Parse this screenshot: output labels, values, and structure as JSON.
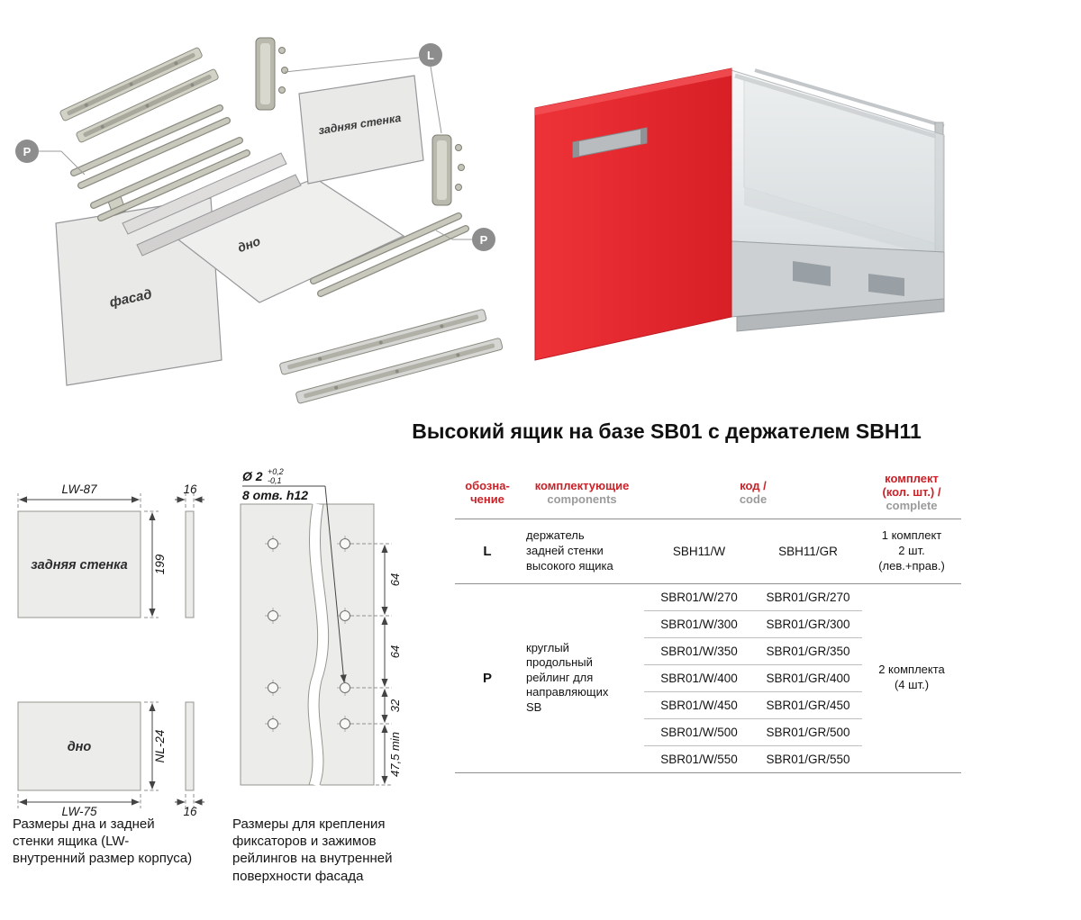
{
  "title": "Высокий ящик на базе SB01 с держателем SBH11",
  "colors": {
    "accent_red": "#c92229",
    "facade_red": "#e32227"
  },
  "exploded": {
    "callout_p": "P",
    "callout_l": "L",
    "back_label": "задняя стенка",
    "bottom_label": "дно",
    "facade_label": "фасад"
  },
  "drawings": {
    "back_panel": {
      "label": "задняя стенка",
      "width_dim": "LW-87",
      "height_dim": "199",
      "thickness_dim": "16"
    },
    "bottom_panel": {
      "label": "дно",
      "width_dim": "LW-75",
      "height_dim": "NL-24",
      "thickness_dim": "16"
    },
    "caption_panels": "Размеры дна и задней стенки ящика (LW-внутренний размер корпуса)",
    "drill": {
      "diameter": "Ø 2",
      "tol_plus": "+0,2",
      "tol_minus": "-0,1",
      "holes_note": "8 отв. h12",
      "dim1": "64",
      "dim2": "64",
      "dim3": "32",
      "dim4": "47,5 min"
    },
    "caption_drill": "Размеры для крепления фиксаторов и зажимов рейлингов на внутренней поверхности фасада"
  },
  "table": {
    "header": {
      "designation": "обозна-\nчение",
      "components_ru": "комплектующие",
      "components_en": "components",
      "code_ru": "код /",
      "code_en": "code",
      "complete_ru": "комплект\n(кол. шт.) /",
      "complete_en": "complete"
    },
    "row_l": {
      "designation": "L",
      "component": "держатель\nзадней стенки\nвысокого ящика",
      "code_w": "SBH11/W",
      "code_gr": "SBH11/GR",
      "complete": "1 комплект\n2 шт.\n(лев.+прав.)"
    },
    "row_p": {
      "designation": "P",
      "component": "круглый\nпродольный\nрейлинг для\nнаправляющих\nSB",
      "complete": "2 комплекта\n(4 шт.)",
      "codes": [
        {
          "w": "SBR01/W/270",
          "gr": "SBR01/GR/270"
        },
        {
          "w": "SBR01/W/300",
          "gr": "SBR01/GR/300"
        },
        {
          "w": "SBR01/W/350",
          "gr": "SBR01/GR/350"
        },
        {
          "w": "SBR01/W/400",
          "gr": "SBR01/GR/400"
        },
        {
          "w": "SBR01/W/450",
          "gr": "SBR01/GR/450"
        },
        {
          "w": "SBR01/W/500",
          "gr": "SBR01/GR/500"
        },
        {
          "w": "SBR01/W/550",
          "gr": "SBR01/GR/550"
        }
      ]
    }
  }
}
